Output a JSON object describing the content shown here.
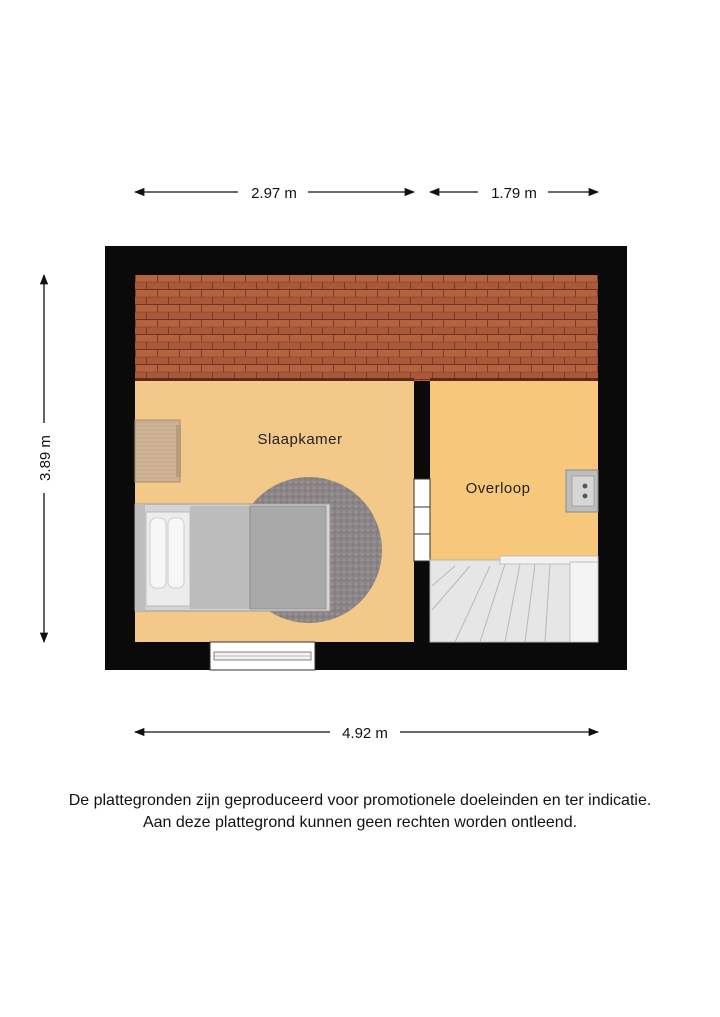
{
  "dimensions": {
    "top_left": "2.97 m",
    "top_right": "1.79 m",
    "left": "3.89 m",
    "bottom": "4.92 m"
  },
  "rooms": {
    "bedroom": "Slaapkamer",
    "landing": "Overloop"
  },
  "colors": {
    "wall": "#0a0a0a",
    "room_bedroom": "#f3c98a",
    "room_landing": "#f7c87c",
    "roof_tile": "#a9583a",
    "stairs": "#e6e6e6"
  },
  "disclaimer": {
    "line1": "De plattegronden zijn geproduceerd voor promotionele doeleinden en ter indicatie.",
    "line2": "Aan deze plattegrond kunnen geen rechten worden ontleend."
  }
}
